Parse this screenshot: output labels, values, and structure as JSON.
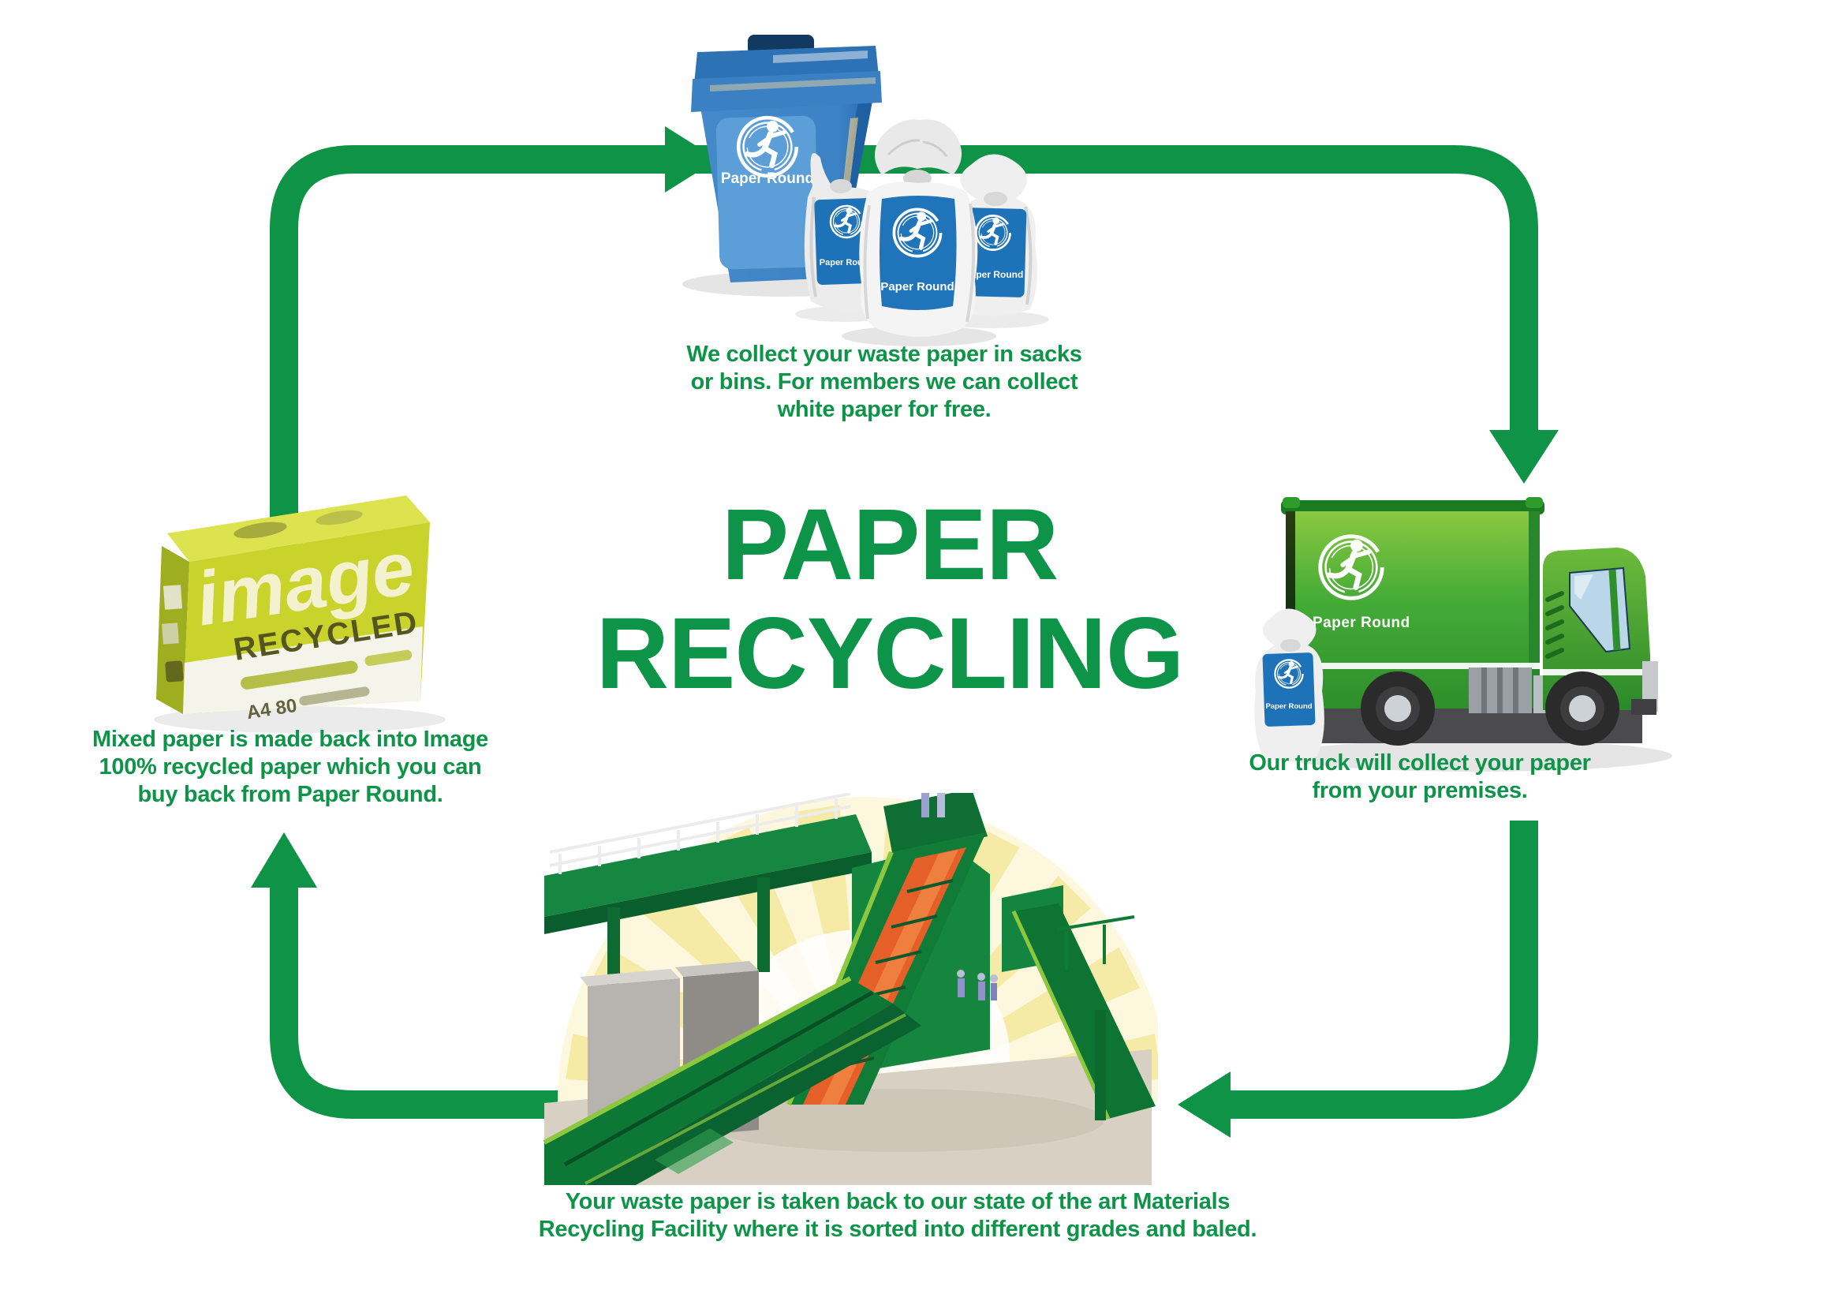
{
  "title": {
    "line1": "PAPER",
    "line2": "RECYCLING"
  },
  "captions": {
    "collection": {
      "line1": "We collect your waste paper in sacks",
      "line2": "or bins. For members we can collect",
      "line3": "white paper for free."
    },
    "truck": {
      "line1": "Our truck will collect your paper",
      "line2": "from your premises."
    },
    "facility": {
      "line1": "Your waste paper is taken back to our state of the art Materials",
      "line2": "Recycling Facility where it is sorted into different grades and baled."
    },
    "paper": {
      "line1": "Mixed paper is made back into Image",
      "line2": "100% recycled paper which you can",
      "line3": "buy back from Paper Round."
    }
  },
  "logo": {
    "label": "Paper Round"
  },
  "paper_box": {
    "brand": "image",
    "sub": "RECYCLED",
    "spec": "A4 80"
  },
  "colors": {
    "green": "#0e9448",
    "blue": "#1e73b8",
    "light_blue": "#5c9ed8",
    "truck_green": "#3aa336",
    "lime": "#8dc63f",
    "orange": "#e55f28",
    "sun_yellow": "#f5eaa6",
    "box_yellow": "#c9d32c"
  }
}
